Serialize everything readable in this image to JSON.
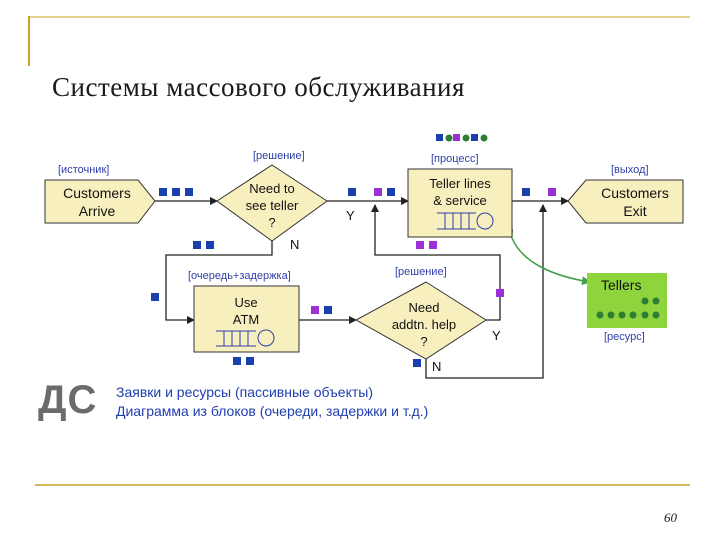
{
  "slide": {
    "title": "Системы массового обслуживания",
    "page_number": "60"
  },
  "diagram": {
    "colors": {
      "block_fill": "#f8efbf",
      "block_stroke": "#333333",
      "tag_text": "#2f3fa8",
      "token_blue": "#1b3fae",
      "token_purple": "#9b30d8",
      "tellers_fill": "#8ed43c",
      "connector_green": "#43a047"
    },
    "nodes": {
      "source": {
        "tag": "[источник]",
        "line1": "Customers",
        "line2": "Arrive"
      },
      "decision1": {
        "tag": "[решение]",
        "line1": "Need to",
        "line2": "see teller",
        "line3": "?"
      },
      "process": {
        "tag": "[процесс]",
        "line1": "Teller lines",
        "line2": "& service"
      },
      "sink": {
        "tag": "[выход]",
        "line1": "Customers",
        "line2": "Exit"
      },
      "queue": {
        "tag": "[очередь+задержка]",
        "line1": "Use",
        "line2": "ATM"
      },
      "decision2": {
        "tag": "[решение]",
        "line1": "Need",
        "line2": "addtn. help",
        "line3": "?"
      },
      "resource": {
        "tag": "[ресурс]",
        "label": "Tellers"
      }
    },
    "edge_labels": {
      "d1_yes": "Y",
      "d1_no": "N",
      "d2_yes": "Y",
      "d2_no": "N"
    }
  },
  "legend": {
    "abbr": "ДС",
    "line1": "Заявки и ресурсы (пассивные объекты)",
    "line2": "Диаграмма из блоков (очереди, задержки и т.д.)"
  }
}
